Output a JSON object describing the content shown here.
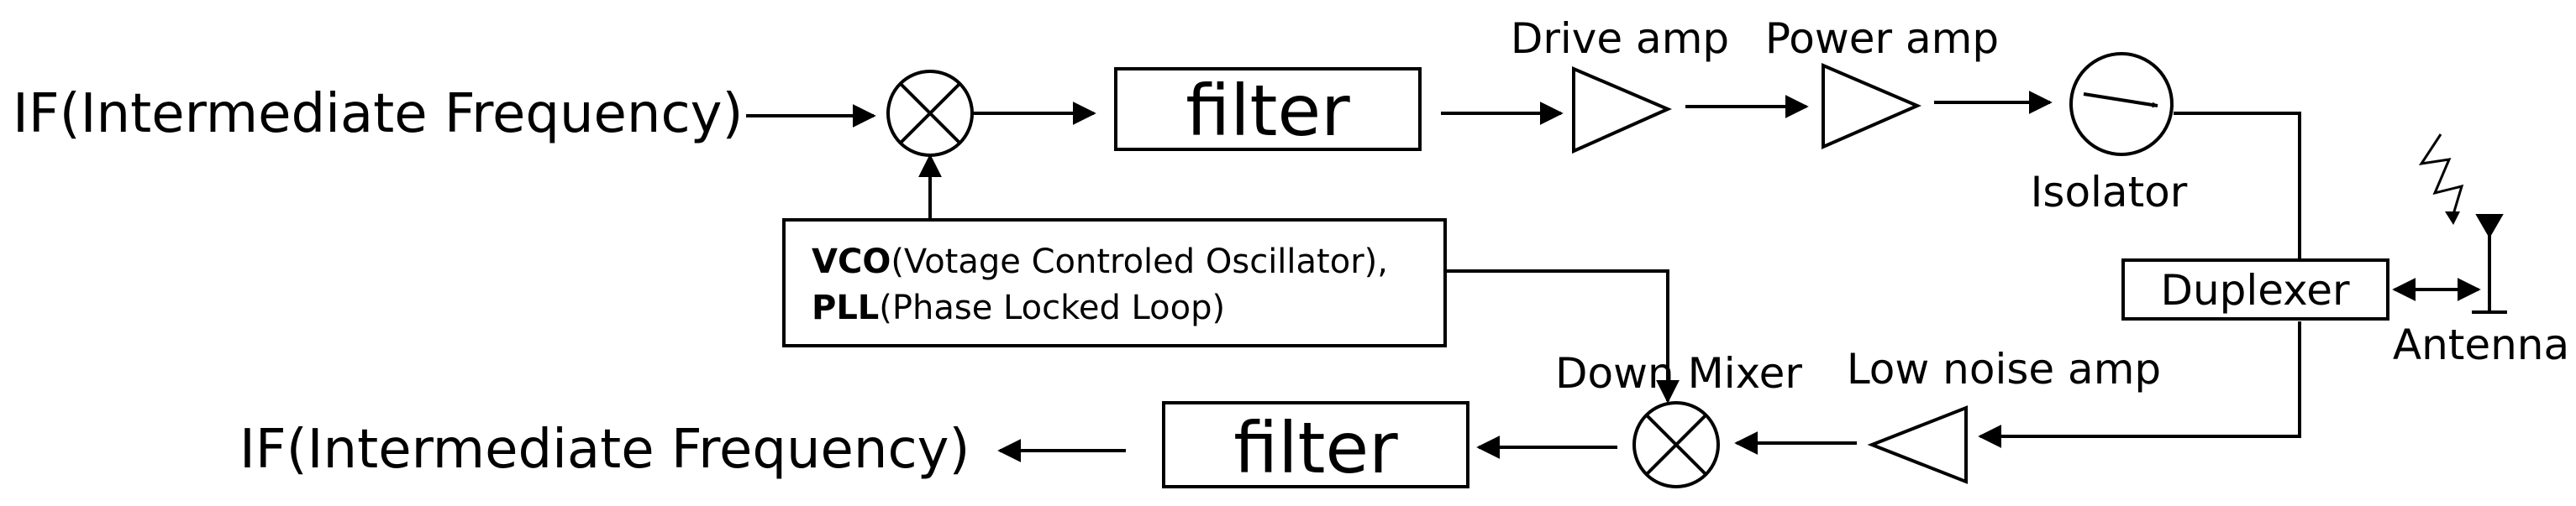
{
  "tx": {
    "input_label": "IF(Intermediate Frequency)",
    "filter_label": "filter",
    "drive_amp_label": "Drive amp",
    "power_amp_label": "Power amp",
    "isolator_label": "Isolator"
  },
  "vco_pll": {
    "line1_bold": "VCO",
    "line1_rest": "(Votage Controled Oscillator),",
    "line2_bold": "PLL",
    "line2_rest": "(Phase Locked Loop)"
  },
  "duplexer_label": "Duplexer",
  "antenna_label": "Antenna",
  "rx": {
    "output_label": "IF(Intermediate Frequency)",
    "filter_label": "filter",
    "down_mixer_label": "Down Mixer",
    "lna_label": "Low noise amp"
  }
}
